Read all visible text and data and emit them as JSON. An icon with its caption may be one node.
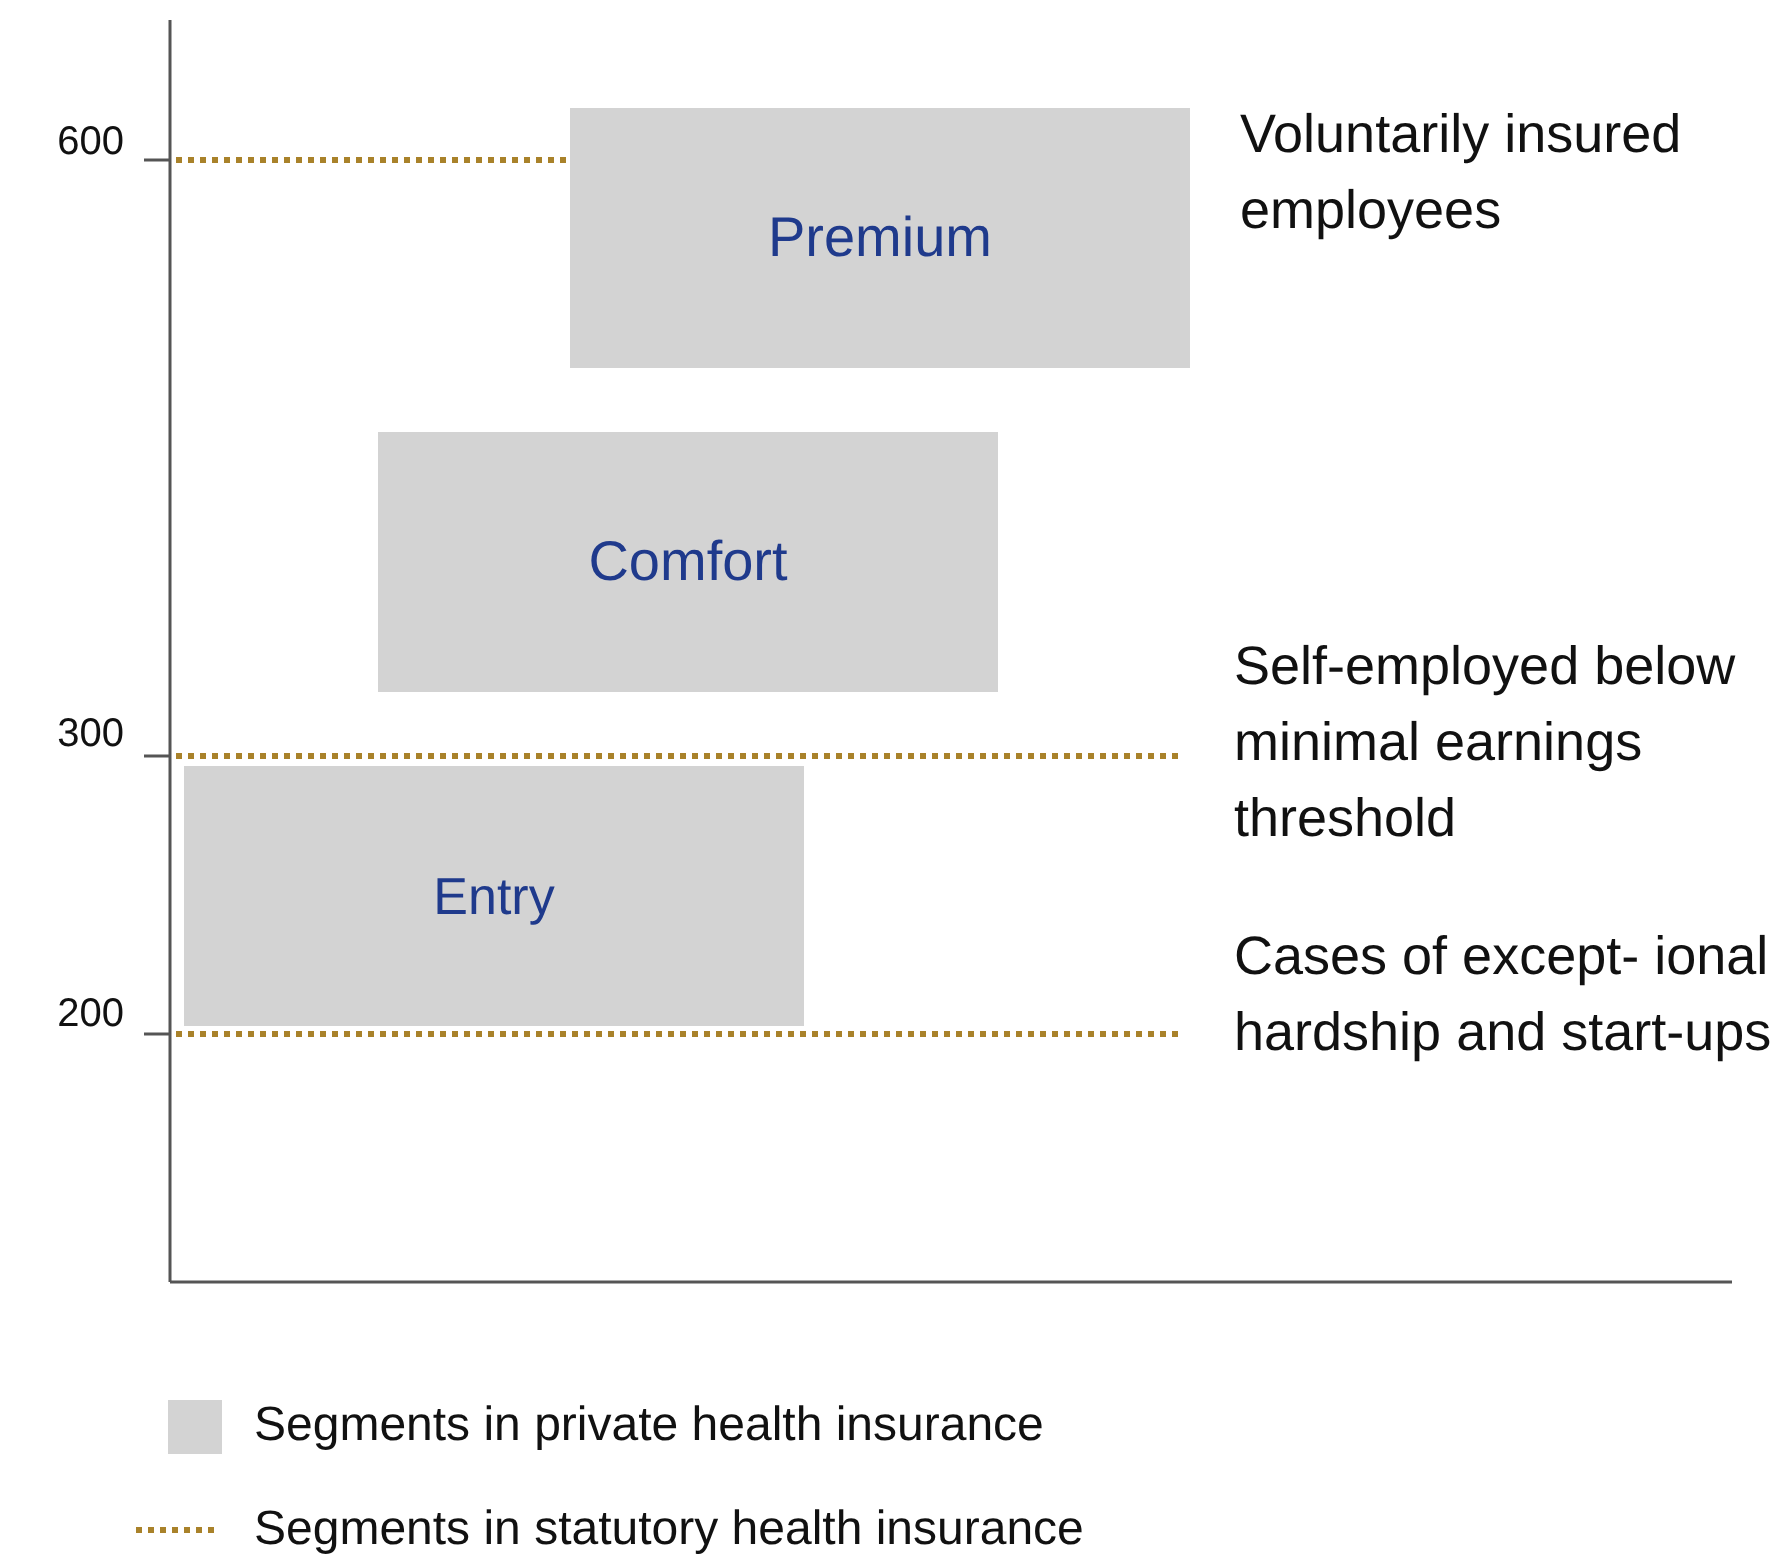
{
  "diagram": {
    "nodes": [
      {
        "text": [
          "Premium"
        ]
      },
      {
        "text": [
          "Comfort"
        ]
      },
      {
        "text": [
          "Entry"
        ]
      }
    ],
    "labels": [
      "600",
      "Voluntarily insured employees",
      "300",
      "Self-employed below minimal earnings threshold",
      "200",
      "Cases of except- ional hardship and start-ups"
    ],
    "legend": [
      {
        "text": "Segments in private health insurance",
        "color": "#d3d3d3"
      },
      {
        "text": "Segments in statutory health insurance"
      }
    ]
  }
}
